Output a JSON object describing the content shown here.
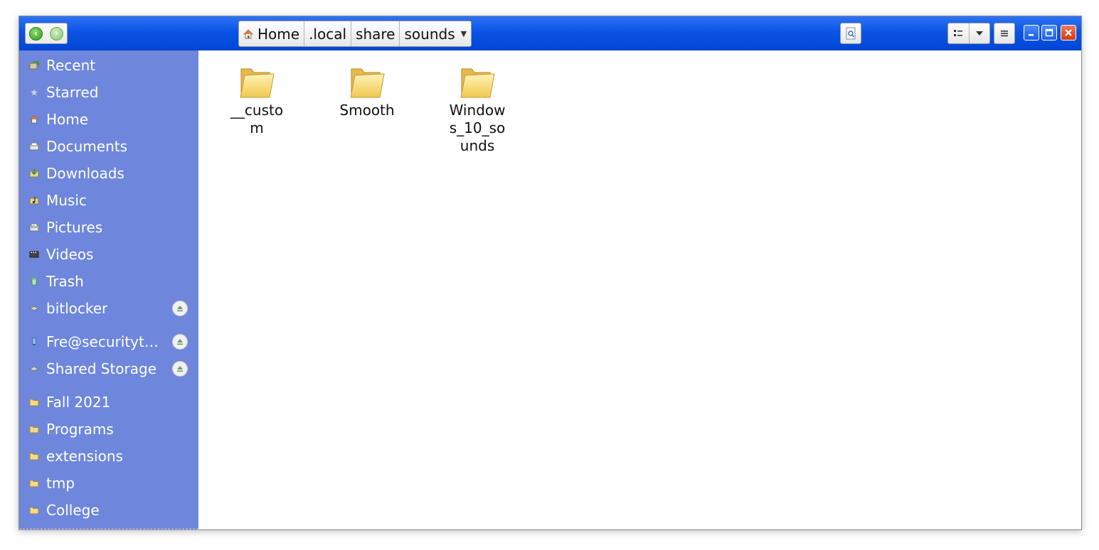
{
  "toolbar": {
    "back_icon": "go-back-icon",
    "forward_icon": "go-forward-icon"
  },
  "pathbar": {
    "crumbs": [
      "Home",
      ".local",
      "share",
      "sounds"
    ]
  },
  "sidebar": {
    "places": [
      {
        "label": "Recent",
        "icon": "recent-icon"
      },
      {
        "label": "Starred",
        "icon": "star-icon"
      },
      {
        "label": "Home",
        "icon": "home-icon"
      },
      {
        "label": "Documents",
        "icon": "documents-icon"
      },
      {
        "label": "Downloads",
        "icon": "downloads-icon"
      },
      {
        "label": "Music",
        "icon": "music-icon"
      },
      {
        "label": "Pictures",
        "icon": "pictures-icon"
      },
      {
        "label": "Videos",
        "icon": "videos-icon"
      },
      {
        "label": "Trash",
        "icon": "trash-icon"
      },
      {
        "label": "bitlocker",
        "icon": "drive-icon"
      }
    ],
    "network": [
      {
        "label": "Fre@securityto…",
        "icon": "network-drive-icon"
      },
      {
        "label": "Shared Storage",
        "icon": "drive-icon"
      }
    ],
    "bookmarks": [
      {
        "label": "Fall 2021",
        "icon": "folder-icon"
      },
      {
        "label": "Programs",
        "icon": "folder-icon"
      },
      {
        "label": "extensions",
        "icon": "folder-icon"
      },
      {
        "label": "tmp",
        "icon": "folder-icon"
      },
      {
        "label": "College",
        "icon": "folder-icon"
      }
    ]
  },
  "files": [
    {
      "name": "__custom",
      "icon": "folder-icon"
    },
    {
      "name": "Smooth",
      "icon": "folder-icon"
    },
    {
      "name": "Windows_10_sounds",
      "icon": "folder-icon"
    }
  ],
  "colors": {
    "titlebar": "#0a55e5",
    "sidebar": "#6e87dd",
    "close": "#cf3b14"
  }
}
